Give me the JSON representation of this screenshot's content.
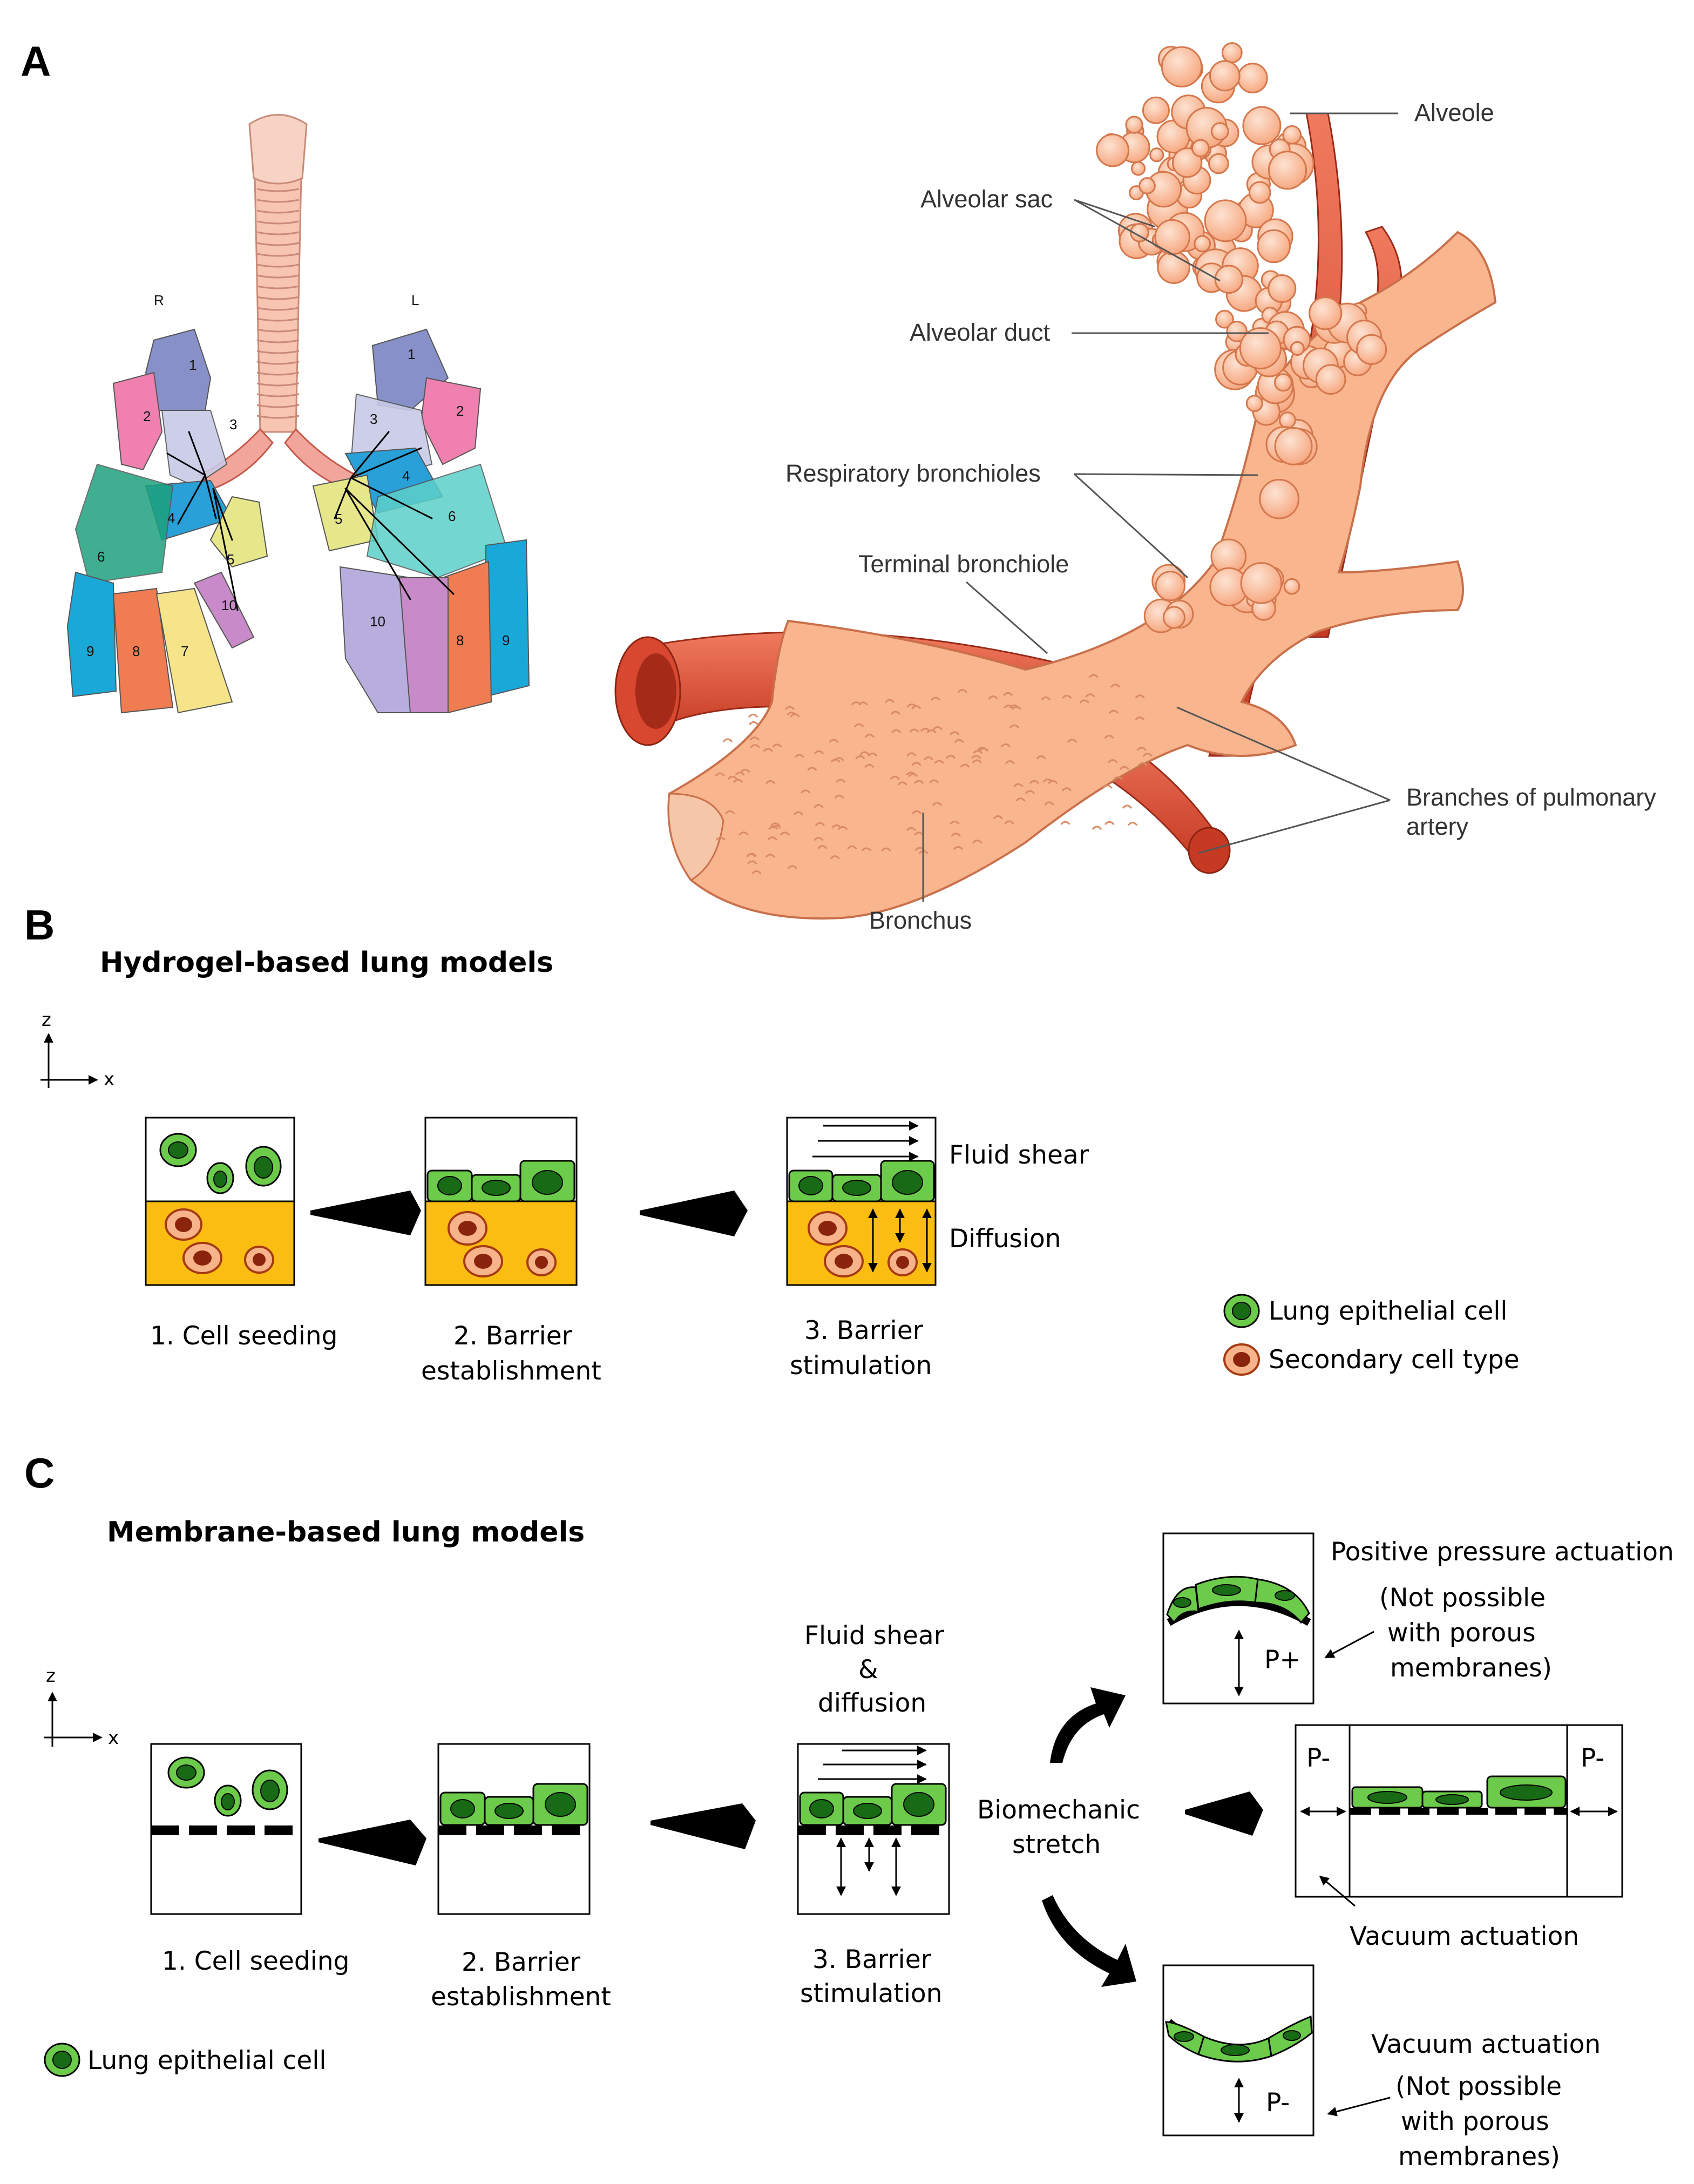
{
  "panels": {
    "a": "A",
    "b": "B",
    "c": "C"
  },
  "lungs": {
    "side_right": "R",
    "side_left": "L",
    "right_lobes": [
      "1",
      "2",
      "3",
      "4",
      "5",
      "6",
      "7",
      "8",
      "9",
      "10"
    ],
    "left_lobes": [
      "1",
      "2",
      "3",
      "4",
      "5",
      "6",
      "8",
      "9",
      "10"
    ]
  },
  "anatomy": {
    "alveole": "Alveole",
    "alveolar_sac": "Alveolar sac",
    "alveolar_duct": "Alveolar duct",
    "respiratory_bronchioles": "Respiratory bronchioles",
    "terminal_bronchiole": "Terminal bronchiole",
    "branches_line1": "Branches of pulmonary",
    "branches_line2": "artery",
    "bronchus": "Bronchus"
  },
  "hydrogel": {
    "title": "Hydrogel-based lung models",
    "axis_z": "z",
    "axis_x": "x",
    "step1": "1. Cell seeding",
    "step2_line1": "2. Barrier",
    "step2_line2": "establishment",
    "step3_line1": "3. Barrier",
    "step3_line2": "stimulation",
    "fluid_shear": "Fluid shear",
    "diffusion": "Diffusion",
    "legend_epithelial": "Lung epithelial cell",
    "legend_secondary": "Secondary cell type"
  },
  "membrane": {
    "title": "Membrane-based lung models",
    "axis_z": "z",
    "axis_x": "x",
    "step1": "1. Cell seeding",
    "step2_line1": "2. Barrier",
    "step2_line2": "establishment",
    "step3_line1": "3. Barrier",
    "step3_line2": "stimulation",
    "shear_line1": "Fluid shear",
    "shear_line2": "&",
    "shear_line3": "diffusion",
    "stretch_line1": "Biomechanic",
    "stretch_line2": "stretch",
    "positive_title": "Positive pressure actuation",
    "positive_note1": "(Not possible",
    "positive_note2": "with porous",
    "positive_note3": "membranes)",
    "p_plus": "P+",
    "p_minus": "P-",
    "vacuum_mid": "Vacuum actuation",
    "vacuum_bottom": "Vacuum actuation",
    "vacuum_note1": "(Not possible",
    "vacuum_note2": "with porous",
    "vacuum_note3": "membranes)",
    "legend_epithelial": "Lung epithelial cell"
  },
  "colors": {
    "epithelial": "#6ccb4a",
    "nucleus": "#186a14",
    "hydrogel": "#fbbd12",
    "secondary": "#f7b38a",
    "tissue": "#f9b58e",
    "artery": "#e0533a"
  }
}
